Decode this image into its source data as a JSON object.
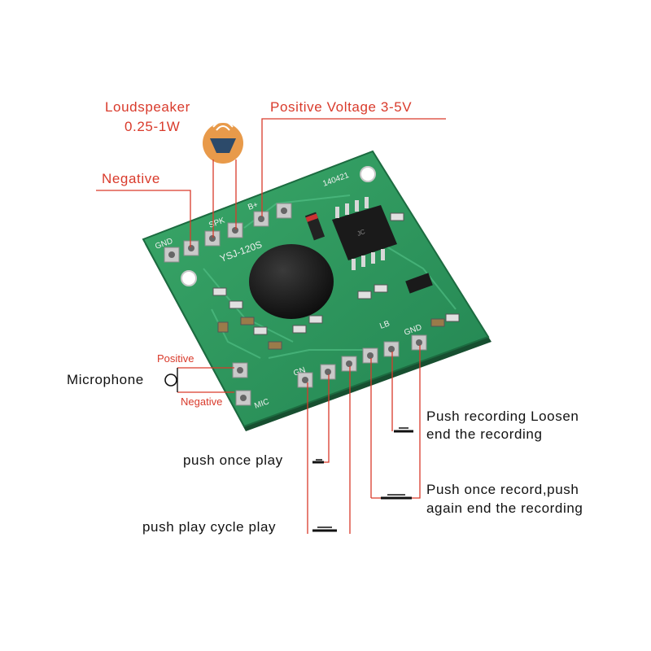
{
  "labels": {
    "loudspeaker_line1": "Loudspeaker",
    "loudspeaker_line2": "0.25-1W",
    "positive_voltage": "Positive Voltage 3-5V",
    "negative": "Negative",
    "microphone": "Microphone",
    "mic_positive": "Positive",
    "mic_negative": "Negative",
    "push_once_play": "push once play",
    "push_play_cycle": "push play cycle play",
    "push_recording_line1": "Push recording Loosen",
    "push_recording_line2": "end the recording",
    "push_once_record_line1": "Push once record,push",
    "push_once_record_line2": "again end the recording"
  },
  "board": {
    "code": "140421",
    "model": "YSJ-120S",
    "pin_gnd": "GND",
    "pin_spk": "SPK",
    "pin_bplus": "B+",
    "pin_gn": "GN",
    "pin_gnd_right": "GND",
    "pin_lb": "LB",
    "pin_mic": "MIC",
    "chip_marking": "JC"
  },
  "colors": {
    "label_red": "#d93a2b",
    "line_red": "#d93a2b",
    "pcb_green": "#2e9a5a",
    "pcb_dark": "#1f7f48",
    "pad": "#c9c9c9",
    "speaker_icon_bg": "#e89a4a"
  }
}
